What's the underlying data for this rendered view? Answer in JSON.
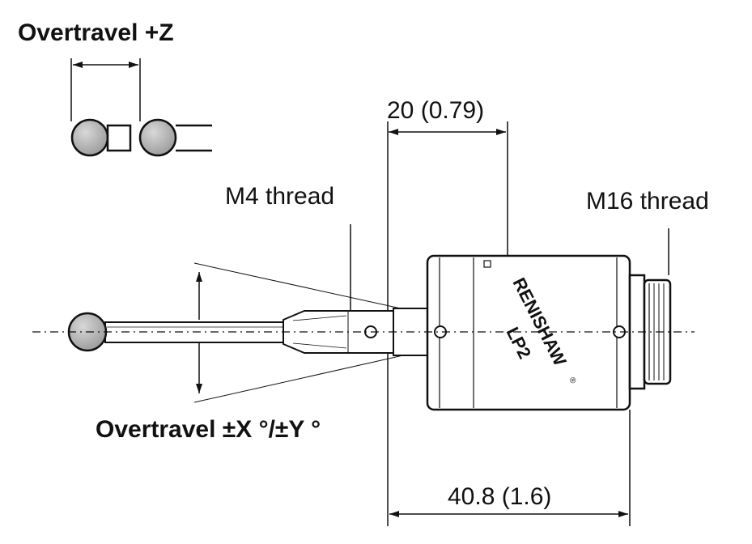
{
  "labels": {
    "overtravel_z": "Overtravel +Z",
    "dim_20": "20 (0.79)",
    "m4_thread": "M4 thread",
    "m16_thread": "M16 thread",
    "overtravel_xy": "Overtravel ±X °/±Y °",
    "dim_40": "40.8 (1.6)"
  },
  "body_marking": {
    "brand": "RENISHAW",
    "model": "LP2",
    "registered": "®"
  },
  "colors": {
    "line": "#111111",
    "ball_fill": "#9a9a9a",
    "ball_highlight": "#d8d8d8",
    "body_fill": "#ffffff",
    "background": "#ffffff"
  }
}
